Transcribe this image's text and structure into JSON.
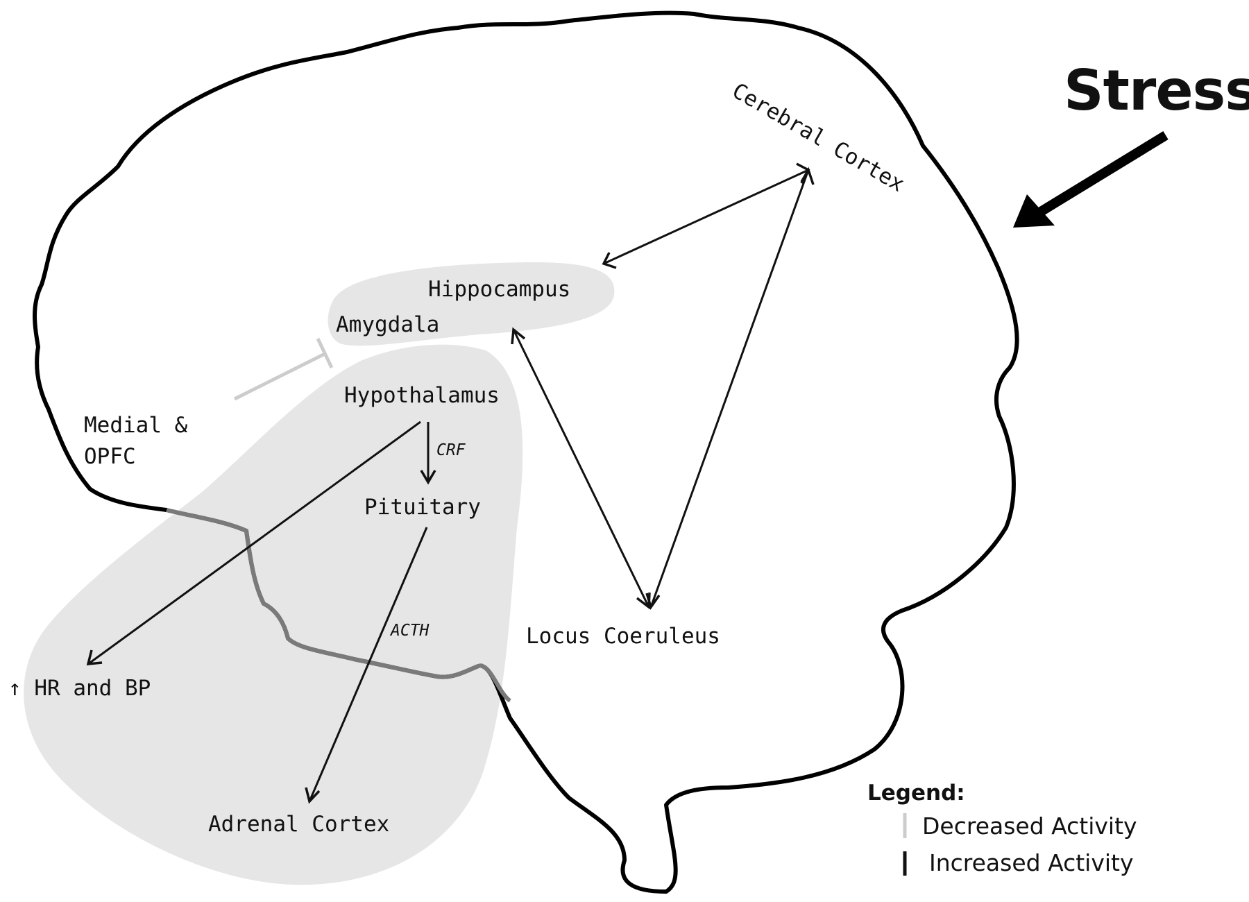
{
  "title": "Stress",
  "regions": {
    "cerebral_cortex": "Cerebral Cortex",
    "hippocampus": "Hippocampus",
    "amygdala": "Amygdala",
    "medial_opfc_line1": "Medial &",
    "medial_opfc_line2": "OPFC",
    "hypothalamus": "Hypothalamus",
    "pituitary": "Pituitary",
    "locus_coeruleus": "Locus Coeruleus",
    "adrenal_cortex": "Adrenal Cortex",
    "hr_bp": "↑ HR and BP"
  },
  "pathway_labels": {
    "crf": "CRF",
    "acth": "ACTH"
  },
  "legend": {
    "title": "Legend:",
    "decreased": "Decreased Activity",
    "increased": "Increased Activity",
    "decreased_color": "#cccccc",
    "increased_color": "#111111"
  },
  "colors": {
    "shading": "#e6e6e6",
    "outline": "#000000",
    "brainstem_boundary": "#7a7a7a"
  }
}
